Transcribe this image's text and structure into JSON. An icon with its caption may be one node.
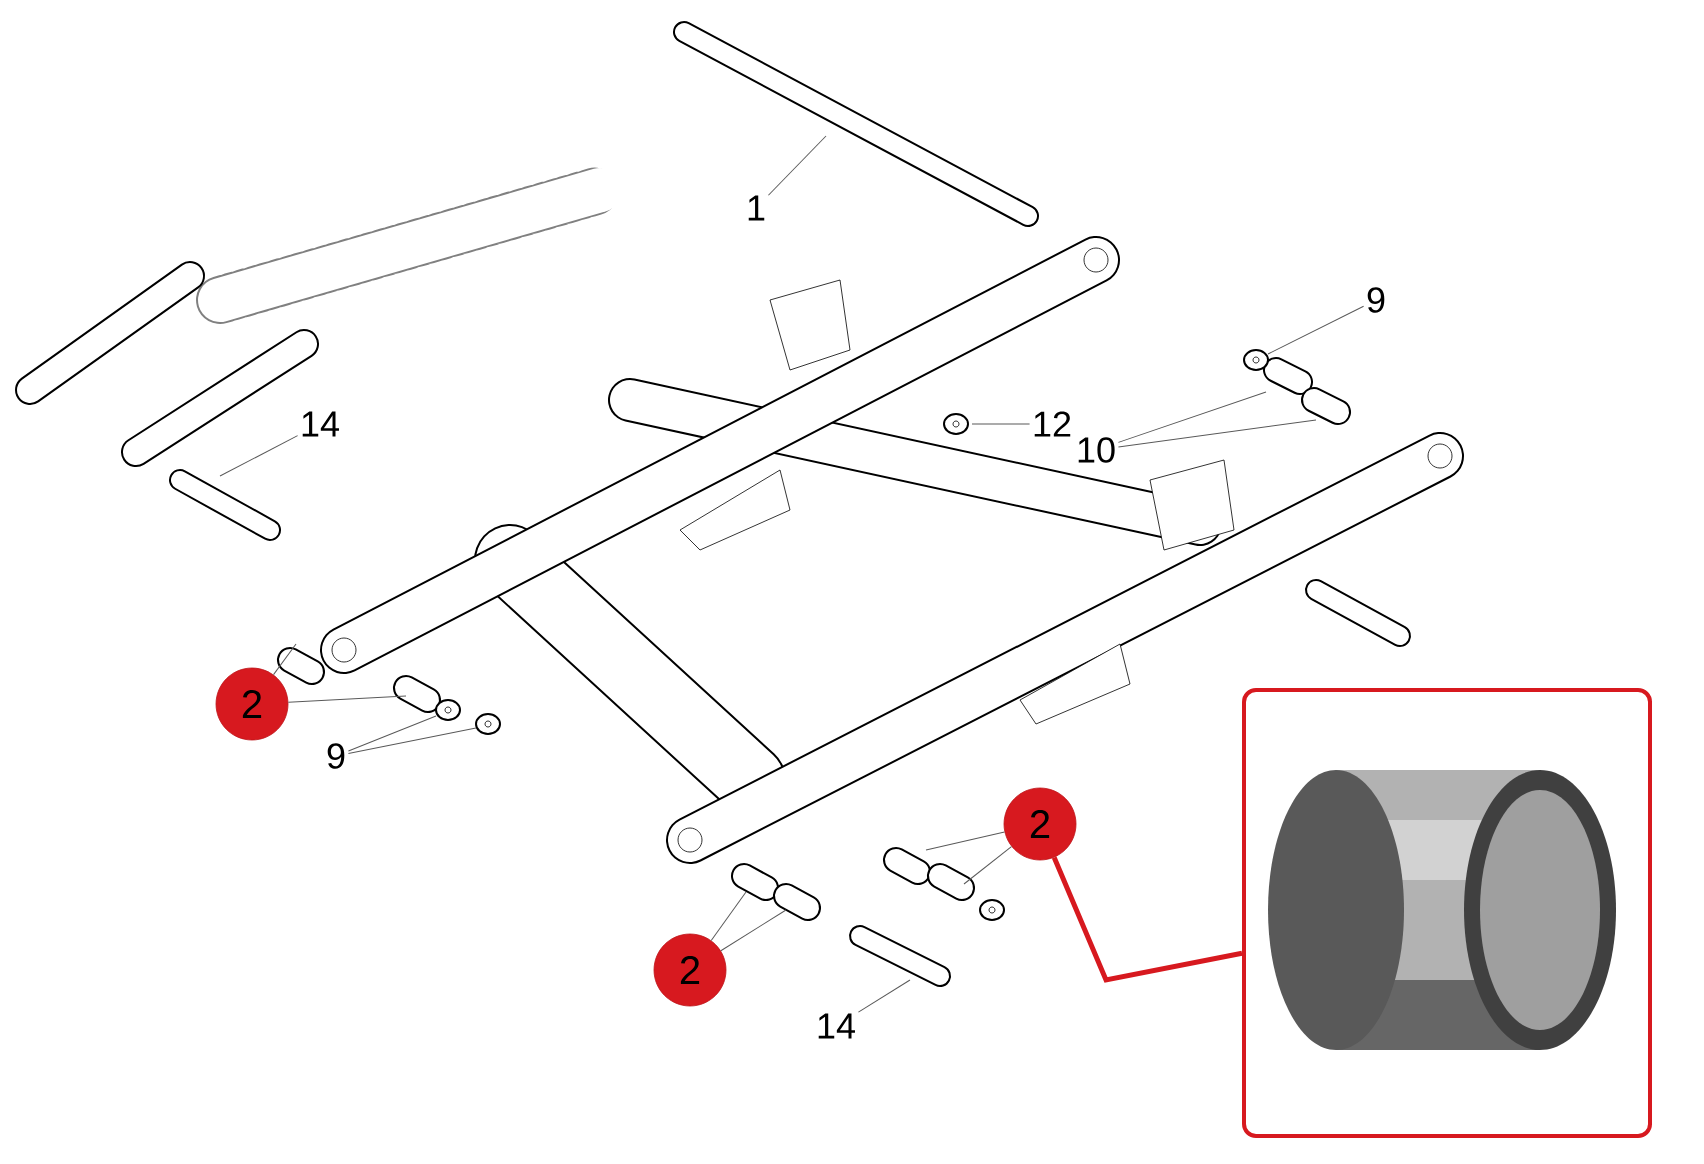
{
  "diagram": {
    "nodes": [
      {
        "text": [
          "1"
        ]
      },
      {
        "text": [
          "9"
        ]
      },
      {
        "text": [
          "12"
        ]
      },
      {
        "text": [
          "10"
        ]
      },
      {
        "text": [
          "14"
        ]
      },
      {
        "text": [
          "2"
        ]
      },
      {
        "text": [
          "9"
        ]
      },
      {
        "text": [
          "2"
        ]
      },
      {
        "text": [
          "2"
        ]
      },
      {
        "text": [
          "14"
        ]
      },
      {
        "text": [],
        "shape": "picture"
      }
    ],
    "edges": [
      {
        "from": 0,
        "to": null,
        "arrow": "none"
      },
      {
        "from": 1,
        "to": null,
        "arrow": "none"
      },
      {
        "from": 2,
        "to": null,
        "arrow": "none"
      },
      {
        "from": 3,
        "to": null,
        "arrow": "none"
      },
      {
        "from": 3,
        "to": null,
        "arrow": "none"
      },
      {
        "from": 4,
        "to": null,
        "arrow": "none"
      },
      {
        "from": 5,
        "to": null,
        "arrow": "none"
      },
      {
        "from": 5,
        "to": null,
        "arrow": "none"
      },
      {
        "from": 6,
        "to": null,
        "arrow": "none"
      },
      {
        "from": 6,
        "to": null,
        "arrow": "none"
      },
      {
        "from": 7,
        "to": null,
        "arrow": "none"
      },
      {
        "from": 7,
        "to": null,
        "arrow": "none"
      },
      {
        "from": 8,
        "to": null,
        "arrow": "none"
      },
      {
        "from": 8,
        "to": null,
        "arrow": "none"
      },
      {
        "from": 9,
        "to": null,
        "arrow": "none"
      },
      {
        "from": 7,
        "to": 10,
        "arrow": "none",
        "style": "thick",
        "color": "#d7191f"
      }
    ]
  }
}
